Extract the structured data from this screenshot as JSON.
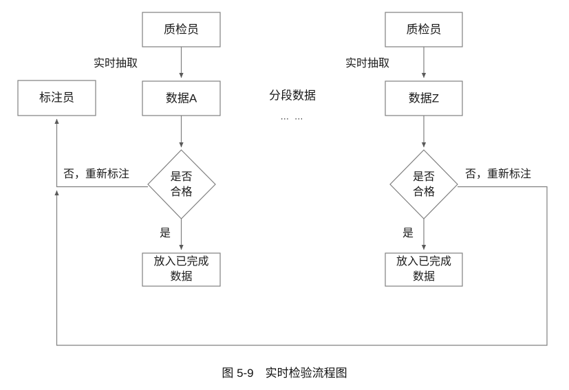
{
  "figure": {
    "caption": "图 5-9　实时检验流程图",
    "caption_number": "图 5-9",
    "caption_title": "实时检验流程图",
    "stroke_color": "#7f7f7f",
    "text_color": "#1a1a1a",
    "background": "#ffffff"
  },
  "nodes": {
    "left_inspector": {
      "label": "质检员",
      "shape": "rect"
    },
    "left_data": {
      "label": "数据A",
      "shape": "rect"
    },
    "annotator": {
      "label": "标注员",
      "shape": "rect"
    },
    "left_decision": {
      "label_line1": "是否",
      "label_line2": "合格",
      "shape": "diamond"
    },
    "left_done": {
      "label_line1": "放入已完成",
      "label_line2": "数据",
      "shape": "rect"
    },
    "right_inspector": {
      "label": "质检员",
      "shape": "rect"
    },
    "right_data": {
      "label": "数据Z",
      "shape": "rect"
    },
    "right_decision": {
      "label_line1": "是否",
      "label_line2": "合格",
      "shape": "diamond"
    },
    "right_done": {
      "label_line1": "放入已完成",
      "label_line2": "数据",
      "shape": "rect"
    }
  },
  "edge_labels": {
    "left_realtime_extract": "实时抽取",
    "right_realtime_extract": "实时抽取",
    "left_no_relabel": "否，重新标注",
    "right_no_relabel": "否，重新标注",
    "left_yes": "是",
    "right_yes": "是"
  },
  "annotations": {
    "segmented_data": "分段数据",
    "ellipsis": "… …"
  }
}
